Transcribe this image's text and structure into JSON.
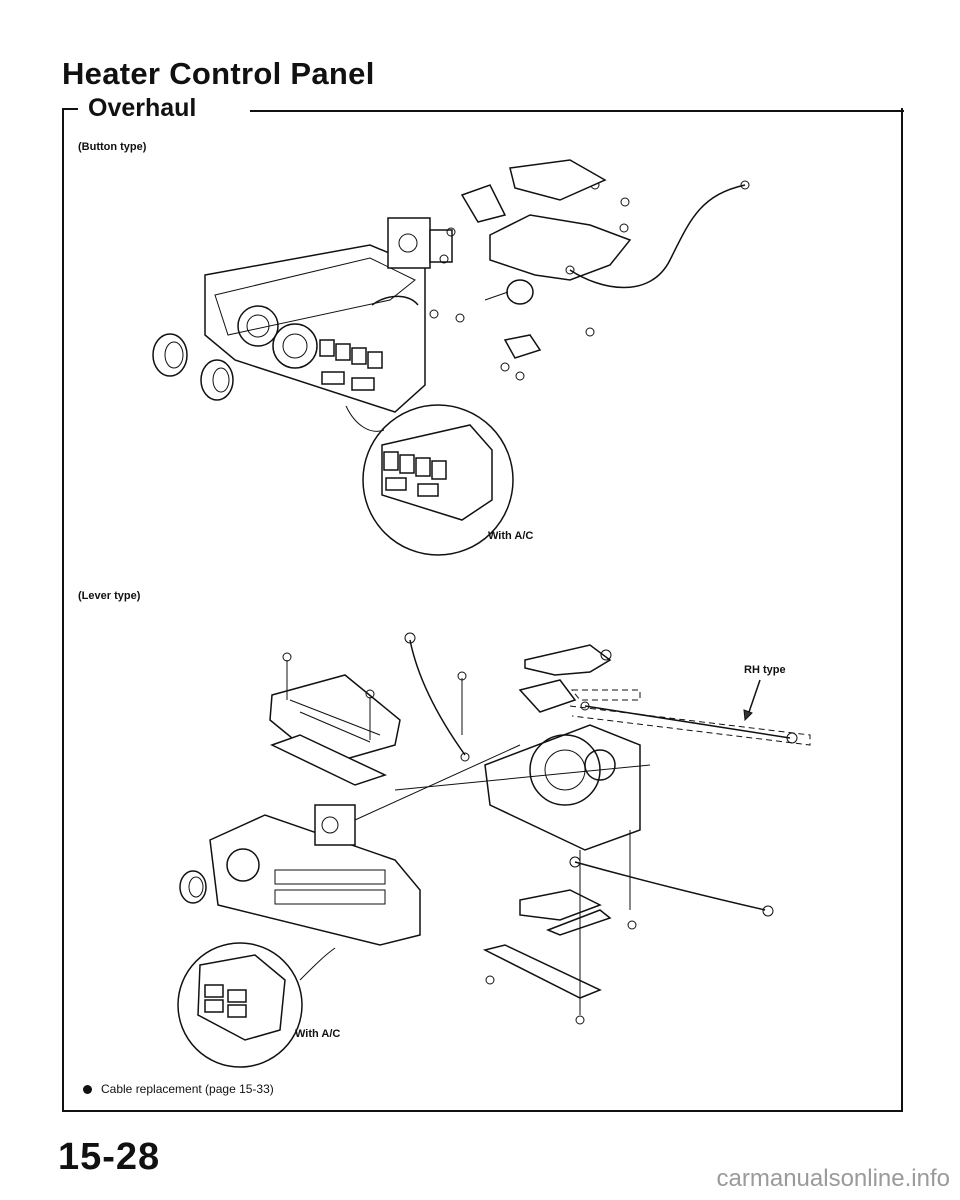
{
  "title": "Heater Control Panel",
  "section": "Overhaul",
  "subsections": {
    "button_type": "(Button type)",
    "lever_type": "(Lever type)"
  },
  "callouts": {
    "button_ac": "With A/C",
    "lever_ac": "With A/C",
    "rh_type": "RH type"
  },
  "note": "Cable replacement (page 15-33)",
  "page_number": "15-28",
  "watermark": "carmanualsonline.info"
}
